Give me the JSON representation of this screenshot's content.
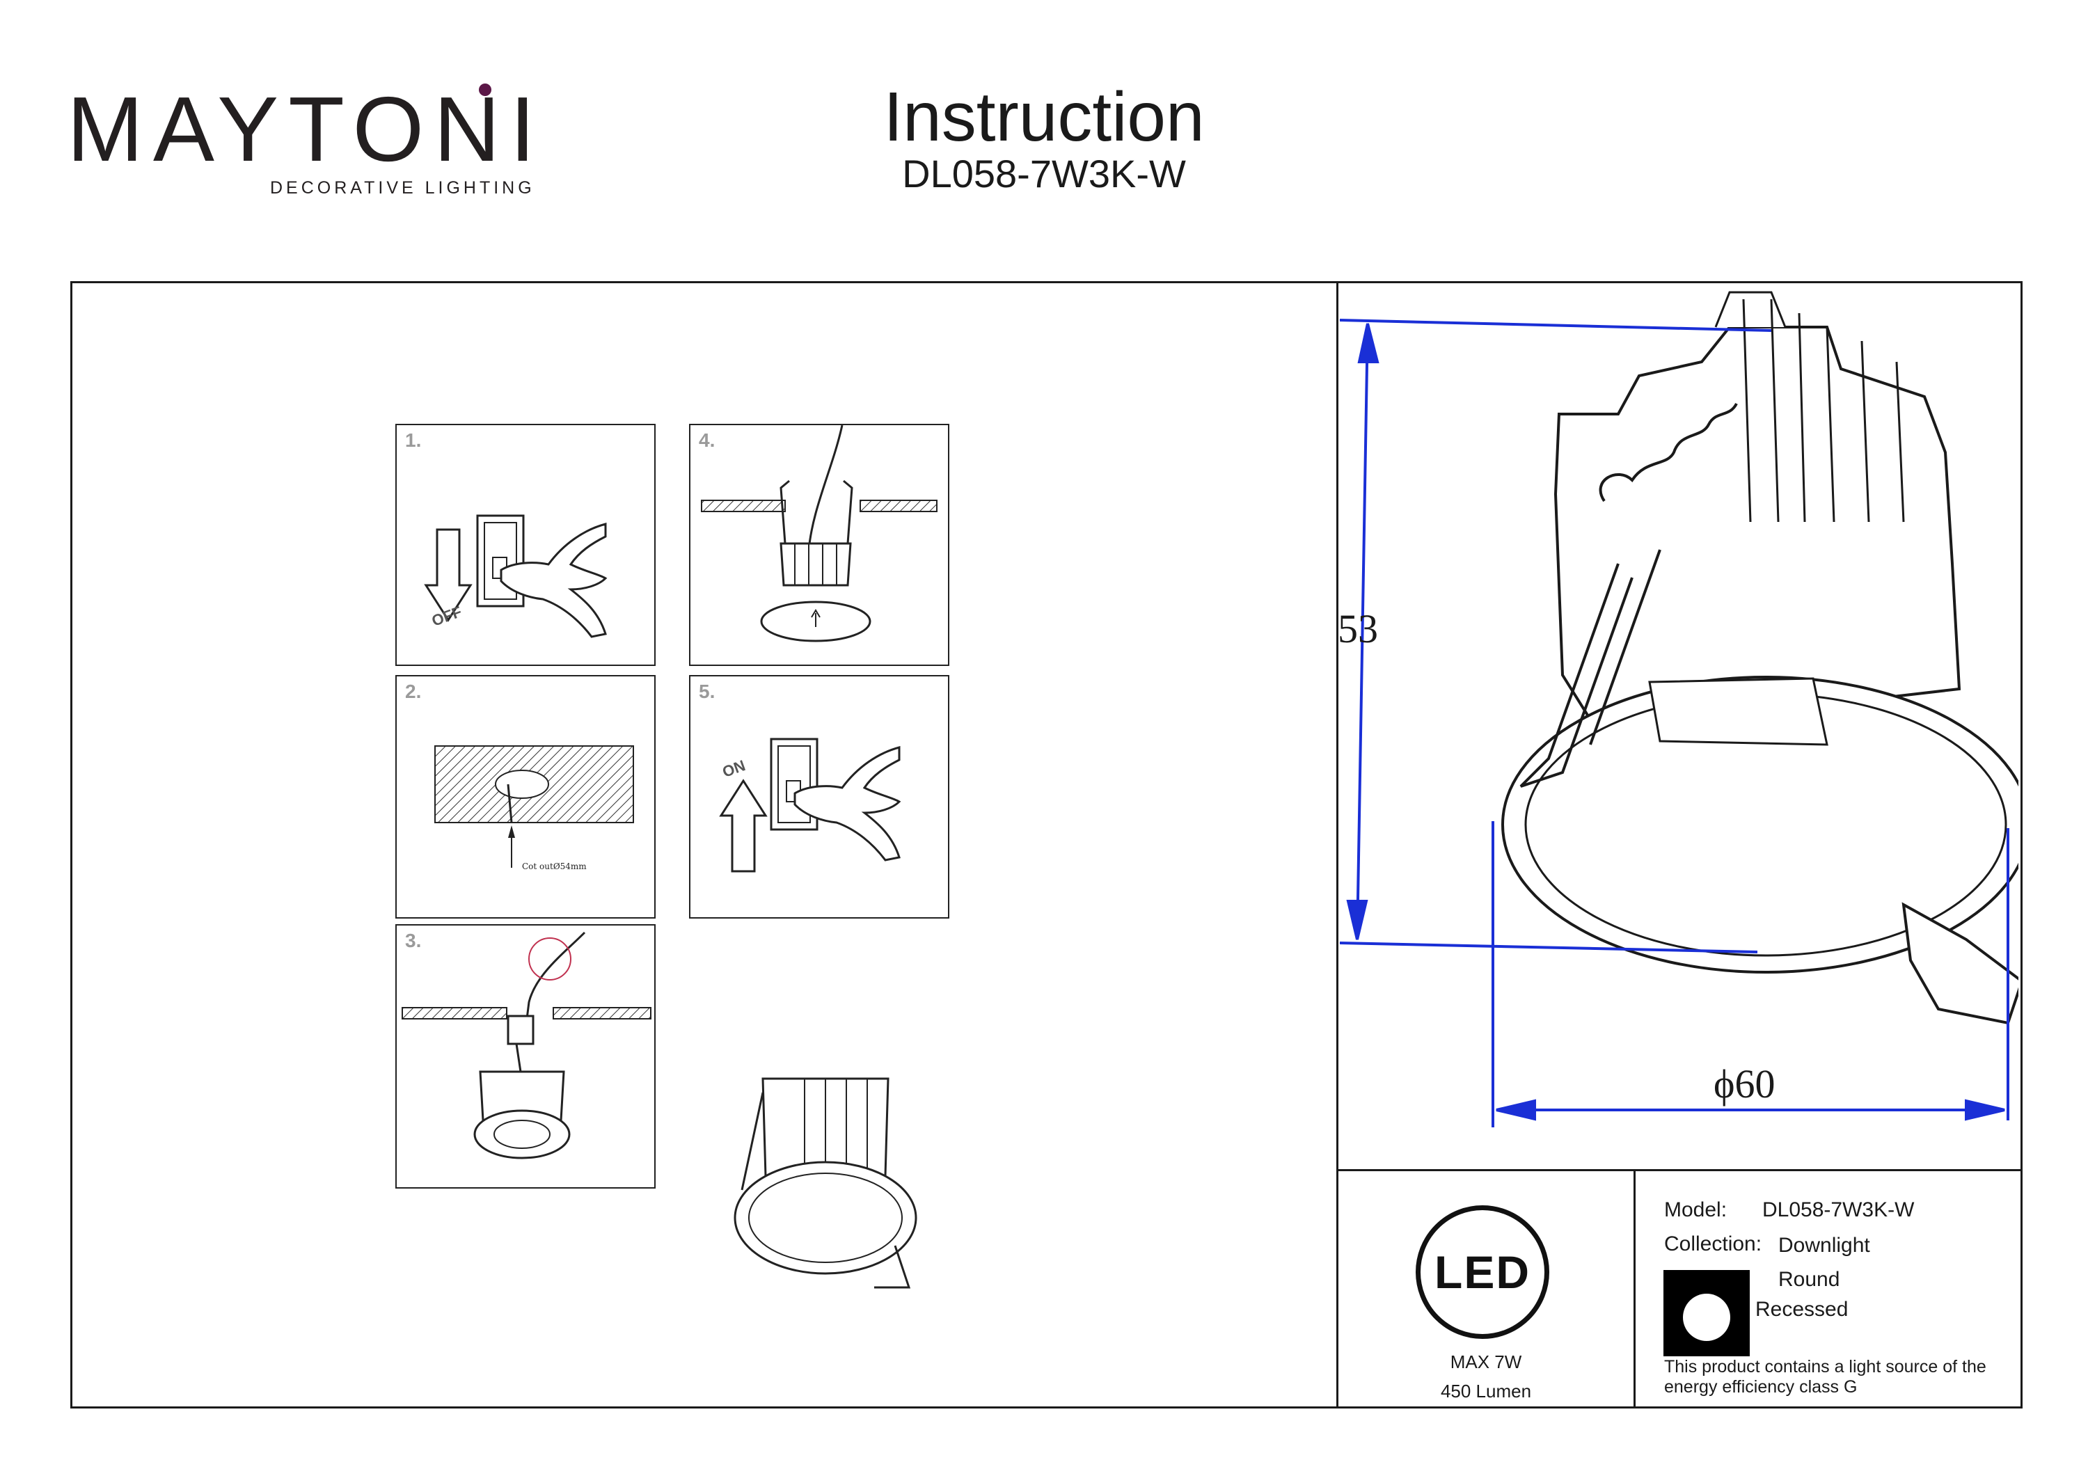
{
  "header": {
    "brand": "MAYTONI",
    "brand_tagline": "DECORATIVE LIGHTING",
    "title": "Instruction",
    "model_code": "DL058-7W3K-W"
  },
  "steps": [
    {
      "number": "1.",
      "label": "OFF"
    },
    {
      "number": "2.",
      "label": "Cot outØ54mm"
    },
    {
      "number": "3.",
      "label": ""
    },
    {
      "number": "4.",
      "label": ""
    },
    {
      "number": "5.",
      "label": "ON"
    }
  ],
  "dimensions": {
    "height": "53",
    "diameter": "ϕ60"
  },
  "led": {
    "badge": "LED",
    "power": "MAX 7W",
    "lumen": "450 Lumen"
  },
  "info": {
    "model_label": "Model:",
    "model_value": "DL058-7W3K-W",
    "collection_label": "Collection:",
    "collection_value": "Downlight",
    "shape": "Round",
    "mount": "Recessed",
    "note": "This product contains a light source of the energy efficiency class G"
  },
  "colors": {
    "brand_accent": "#5b1747",
    "dimension_lines": "#1a2fd6"
  }
}
